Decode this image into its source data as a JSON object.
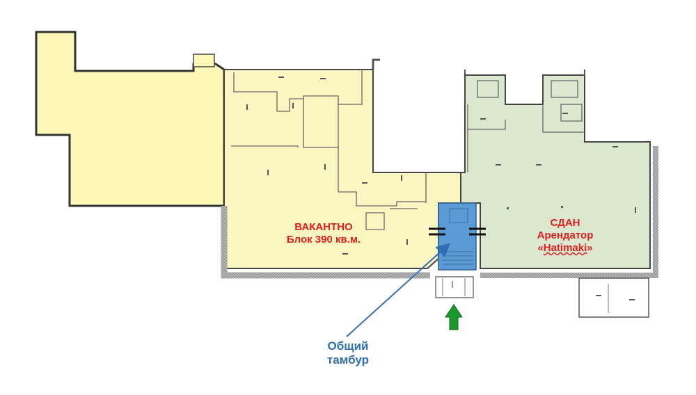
{
  "vacant": {
    "title": "ВАКАНТНО",
    "subtitle": "Блок 390 кв.м."
  },
  "rented": {
    "title": "СДАН",
    "line2": "Арендатор",
    "tenant_open": "«",
    "tenant_name": "Hatimaki",
    "tenant_close": "»"
  },
  "vestibule": {
    "line1": "Общий",
    "line2": "тамбур"
  },
  "colors": {
    "left_zone": "#fdf8b8",
    "vacant_zone": "#fbf5c2",
    "rented_zone": "#dbe8cf",
    "vestibule": "#5b9bd5",
    "arrow_green": "#1a9a2a",
    "callout_line": "#2f6fb3",
    "label_red": "#e0201c",
    "label_blue": "#2f6fb3"
  },
  "icons": {
    "entrance_arrow": "green-up-arrow",
    "door_marks": "door-symbol"
  }
}
